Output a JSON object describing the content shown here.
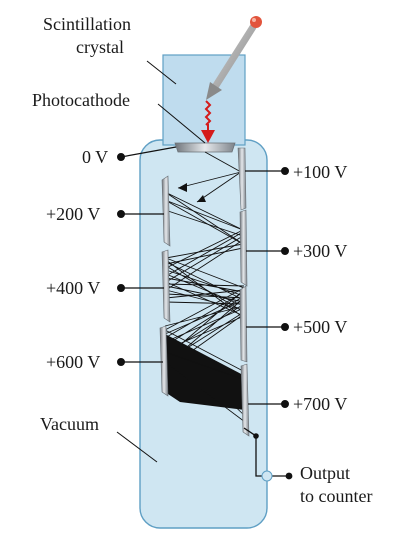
{
  "labels": {
    "scintillation": "Scintillation",
    "crystal": "crystal",
    "photocathode": "Photocathode",
    "v0": "0 V",
    "v100": "+100 V",
    "v200": "+200 V",
    "v300": "+300 V",
    "v400": "+400 V",
    "v500": "+500 V",
    "v600": "+600 V",
    "v700": "+700 V",
    "vacuum": "Vacuum",
    "output": "Output",
    "to_counter": "to counter"
  },
  "colors": {
    "tube_fill": "#cfe6f2",
    "tube_stroke": "#5f9fc4",
    "crystal_fill": "#bfdcee",
    "photon_arrow": "#d41b1b",
    "incoming_particle": "#e2543c",
    "dynode": "#9aa0a6",
    "electron_paths": "#111111"
  }
}
